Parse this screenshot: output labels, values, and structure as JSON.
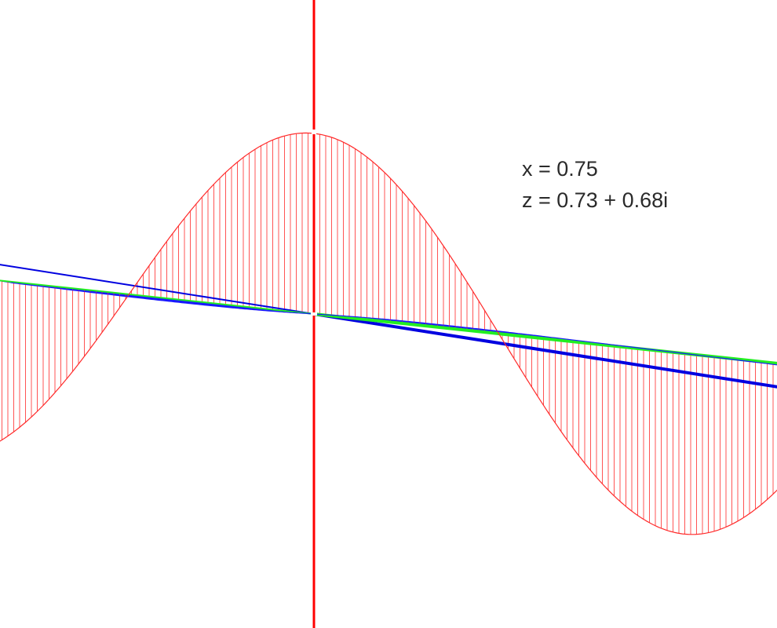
{
  "readout": {
    "x_label": "x = 0.75",
    "z_label": "z = 0.73 + 0.68i"
  },
  "scene": {
    "colors": {
      "real_part": "#ff2a2a",
      "imag_part": "#1a1aff",
      "real_axis": "#ff0000",
      "imag_axis": "#0000e0",
      "x_axis": "#22ee22"
    },
    "curves": {
      "real_part_function": "cos",
      "imag_part_function": "sin"
    }
  }
}
